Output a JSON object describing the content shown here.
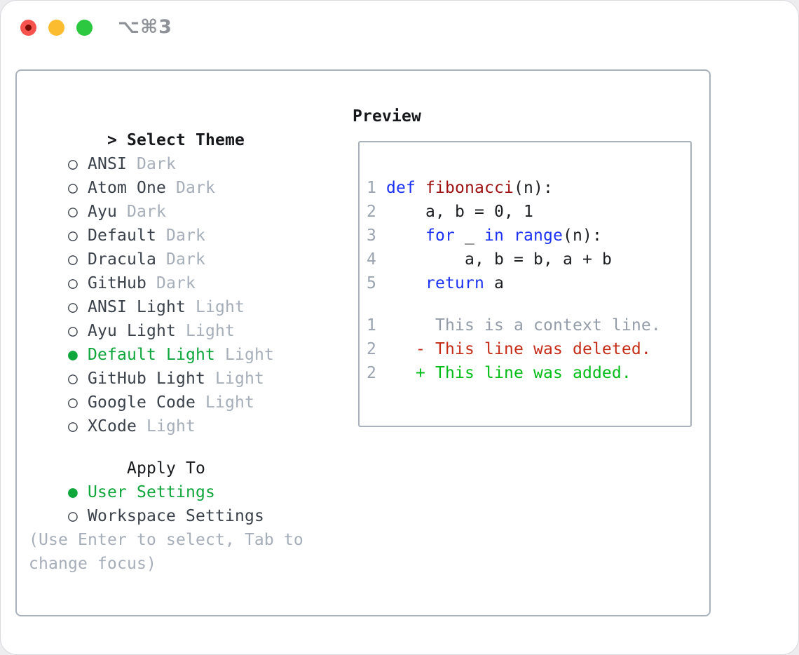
{
  "window": {
    "title": "⌥⌘3"
  },
  "colors": {
    "selected_green": "#0FA63C",
    "diff_added_green": "#00BD16",
    "diff_deleted_red": "#C52C18",
    "keyword_blue": "#1C32F3",
    "function_red": "#9E1212",
    "text_dark": "#16181B",
    "text_item": "#3A414B",
    "text_muted": "#A6AEBA",
    "line_number_gray": "#9AA3B0",
    "context_gray": "#939CA8",
    "panel_border": "#A9B1BD",
    "traffic_red": "#F6534F",
    "traffic_red_dot": "#7A0C06",
    "traffic_yellow": "#FCBC2F",
    "traffic_green": "#2BC840",
    "title_gray": "#8E9298"
  },
  "theme_selector": {
    "header_prefix": ">",
    "header": "Select Theme",
    "unselected_symbol": "○",
    "selected_symbol": "●",
    "items": [
      {
        "name": "ANSI",
        "tag": "Dark",
        "selected": false
      },
      {
        "name": "Atom One",
        "tag": "Dark",
        "selected": false
      },
      {
        "name": "Ayu",
        "tag": "Dark",
        "selected": false
      },
      {
        "name": "Default",
        "tag": "Dark",
        "selected": false
      },
      {
        "name": "Dracula",
        "tag": "Dark",
        "selected": false
      },
      {
        "name": "GitHub",
        "tag": "Dark",
        "selected": false
      },
      {
        "name": "ANSI Light",
        "tag": "Light",
        "selected": false
      },
      {
        "name": "Ayu Light",
        "tag": "Light",
        "selected": false
      },
      {
        "name": "Default Light",
        "tag": "Light",
        "selected": true
      },
      {
        "name": "GitHub Light",
        "tag": "Light",
        "selected": false
      },
      {
        "name": "Google Code",
        "tag": "Light",
        "selected": false
      },
      {
        "name": "XCode",
        "tag": "Light",
        "selected": false
      }
    ]
  },
  "apply_to": {
    "header": "Apply To",
    "options": [
      {
        "name": "User Settings",
        "selected": true
      },
      {
        "name": "Workspace Settings",
        "selected": false
      }
    ]
  },
  "hint": "(Use Enter to select, Tab to change focus)",
  "preview": {
    "header": "Preview",
    "lines": [
      [
        {
          "s": "1 ",
          "t": "num"
        },
        {
          "s": "def",
          "t": "kw"
        },
        {
          "s": " ",
          "t": "plain"
        },
        {
          "s": "fibonacci",
          "t": "fn"
        },
        {
          "s": "(n):",
          "t": "plain"
        }
      ],
      [
        {
          "s": "2 ",
          "t": "num"
        },
        {
          "s": "    a, b = 0, 1",
          "t": "plain"
        }
      ],
      [
        {
          "s": "3 ",
          "t": "num"
        },
        {
          "s": "    ",
          "t": "plain"
        },
        {
          "s": "for",
          "t": "kw"
        },
        {
          "s": " _ ",
          "t": "plain"
        },
        {
          "s": "in",
          "t": "kw"
        },
        {
          "s": " ",
          "t": "plain"
        },
        {
          "s": "range",
          "t": "kw"
        },
        {
          "s": "(n):",
          "t": "plain"
        }
      ],
      [
        {
          "s": "4 ",
          "t": "num"
        },
        {
          "s": "        a, b = b, a + b",
          "t": "plain"
        }
      ],
      [
        {
          "s": "5 ",
          "t": "num"
        },
        {
          "s": "    ",
          "t": "plain"
        },
        {
          "s": "return",
          "t": "kw"
        },
        {
          "s": " a",
          "t": "plain"
        }
      ],
      [],
      [
        {
          "s": "1",
          "t": "num"
        },
        {
          "s": "      This is a context line.",
          "t": "ctx"
        }
      ],
      [
        {
          "s": "2",
          "t": "num"
        },
        {
          "s": "    - This line was deleted.",
          "t": "del"
        }
      ],
      [
        {
          "s": "2",
          "t": "num"
        },
        {
          "s": "    + This line was added.",
          "t": "add"
        }
      ]
    ]
  }
}
